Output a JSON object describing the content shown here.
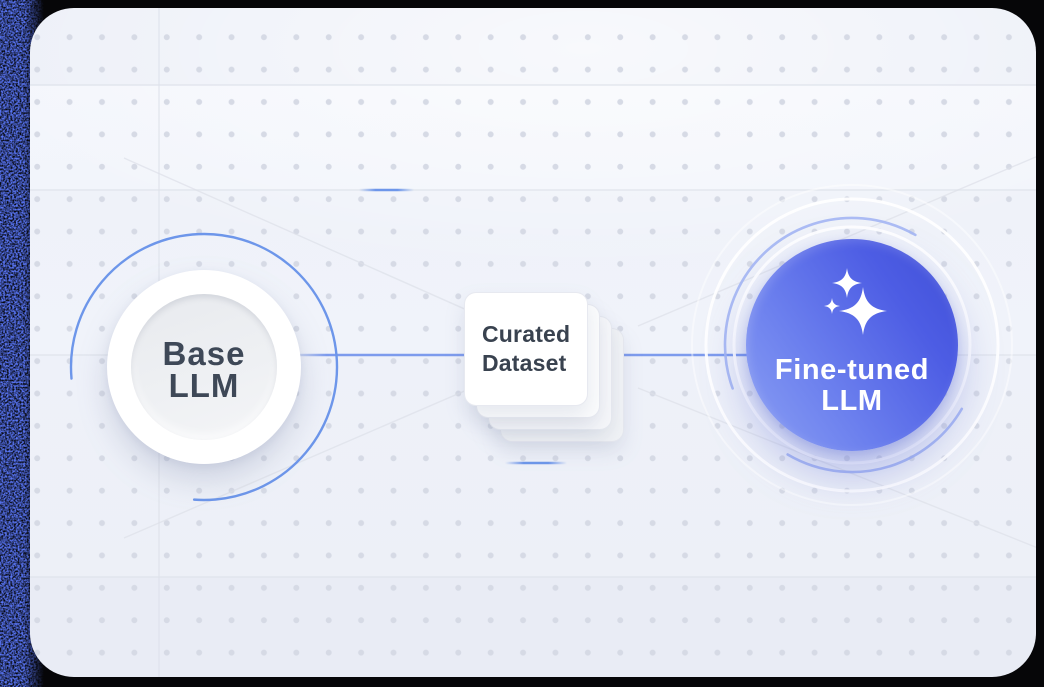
{
  "meta": {
    "kind": "illustration-diagram",
    "topic": "LLM fine-tuning flow"
  },
  "diagram": {
    "nodes": [
      {
        "id": "base-llm",
        "label": "Base\nLLM",
        "shape": "circle",
        "fill": "#eef0f3",
        "text_color": "#3e4857"
      },
      {
        "id": "curated-dataset",
        "label": "Curated\nDataset",
        "shape": "card-stack",
        "fill": "#ffffff",
        "text_color": "#39424f",
        "stack_count": 4
      },
      {
        "id": "fine-tuned-llm",
        "label": "Fine-tuned\nLLM",
        "shape": "circle",
        "icon": "sparkles-icon",
        "fill_gradient": [
          "#8ba0f4",
          "#3f4ed6"
        ],
        "text_color": "#ffffff"
      }
    ],
    "flow": [
      "base-llm",
      "curated-dataset",
      "fine-tuned-llm"
    ],
    "colors": {
      "connector_blue": "#7d9bed",
      "accent_ring_blue": "#6d96ea",
      "board_background": "#edf0f8",
      "dot_grid": "#d6dae5",
      "guide_line": "#dde1ea",
      "edge_noise_blue": "#1c2fd6"
    }
  }
}
